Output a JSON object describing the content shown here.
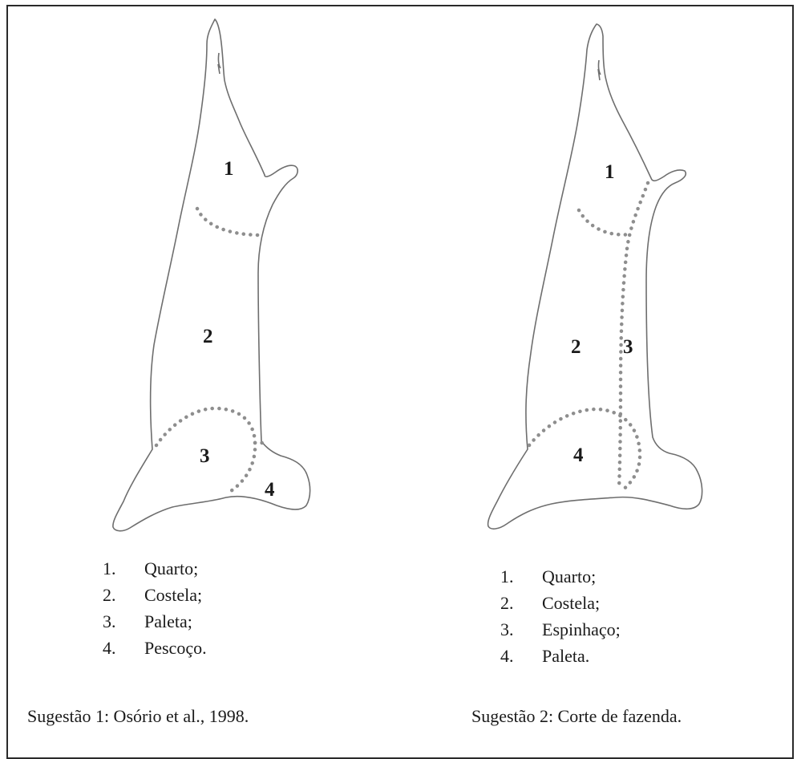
{
  "panels": [
    {
      "region_numbers": [
        "1",
        "2",
        "3",
        "4"
      ],
      "legend": [
        {
          "index": "1.",
          "label": "Quarto;"
        },
        {
          "index": "2.",
          "label": "Costela;"
        },
        {
          "index": "3.",
          "label": "Paleta;"
        },
        {
          "index": "4.",
          "label": "Pescoço."
        }
      ],
      "caption": "Sugestão 1: Osório et al., 1998."
    },
    {
      "region_numbers": [
        "1",
        "2",
        "3",
        "4"
      ],
      "legend": [
        {
          "index": "1.",
          "label": "Quarto;"
        },
        {
          "index": "2.",
          "label": "Costela;"
        },
        {
          "index": "3.",
          "label": "Espinhaço;"
        },
        {
          "index": "4.",
          "label": "Paleta."
        }
      ],
      "caption": "Sugestão 2: Corte de fazenda."
    }
  ]
}
